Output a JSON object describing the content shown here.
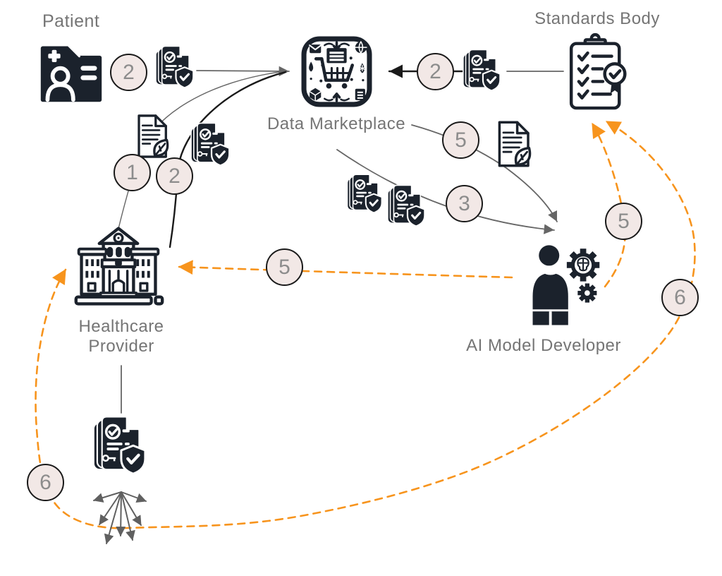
{
  "colors": {
    "accent_orange": "#F7941D",
    "icon_dark": "#1B222C",
    "badge_fill": "#F2E8E6",
    "badge_border": "#1A1A1A",
    "badge_number": "#8C8C8C",
    "label_gray": "#757575",
    "connector_gray": "#666666",
    "connector_black": "#1A1A1A"
  },
  "diagram": {
    "nodes": {
      "patient": {
        "label": "Patient"
      },
      "data_marketplace": {
        "label": "Data Marketplace"
      },
      "standards_body": {
        "label": "Standards Body"
      },
      "healthcare_provider": {
        "label_line1": "Healthcare",
        "label_line2": "Provider"
      },
      "ai_model_developer": {
        "label": "AI Model Developer"
      }
    },
    "badges": [
      {
        "id": "patient-to-marketplace",
        "value": "2"
      },
      {
        "id": "standards-to-marketplace",
        "value": "2"
      },
      {
        "id": "provider-raw-data",
        "value": "1"
      },
      {
        "id": "provider-to-marketplace",
        "value": "2"
      },
      {
        "id": "marketplace-to-developer-data",
        "value": "5"
      },
      {
        "id": "marketplace-to-developer-package",
        "value": "3"
      },
      {
        "id": "developer-to-provider",
        "value": "5"
      },
      {
        "id": "developer-to-standards",
        "value": "5"
      },
      {
        "id": "audit-loop-left",
        "value": "6"
      },
      {
        "id": "audit-loop-right",
        "value": "6"
      }
    ],
    "icons": {
      "patient": "patient-record-icon",
      "data_marketplace": "marketplace-cart-app-icon",
      "standards_body": "checklist-clipboard-badge-icon",
      "healthcare_provider": "hospital-building-icon",
      "ai_model_developer": "person-ai-gears-icon",
      "compliance_document": "verified-document-shield-icon",
      "raw_data_document": "data-document-leaf-icon",
      "distribution": "fan-out-arrows"
    }
  }
}
